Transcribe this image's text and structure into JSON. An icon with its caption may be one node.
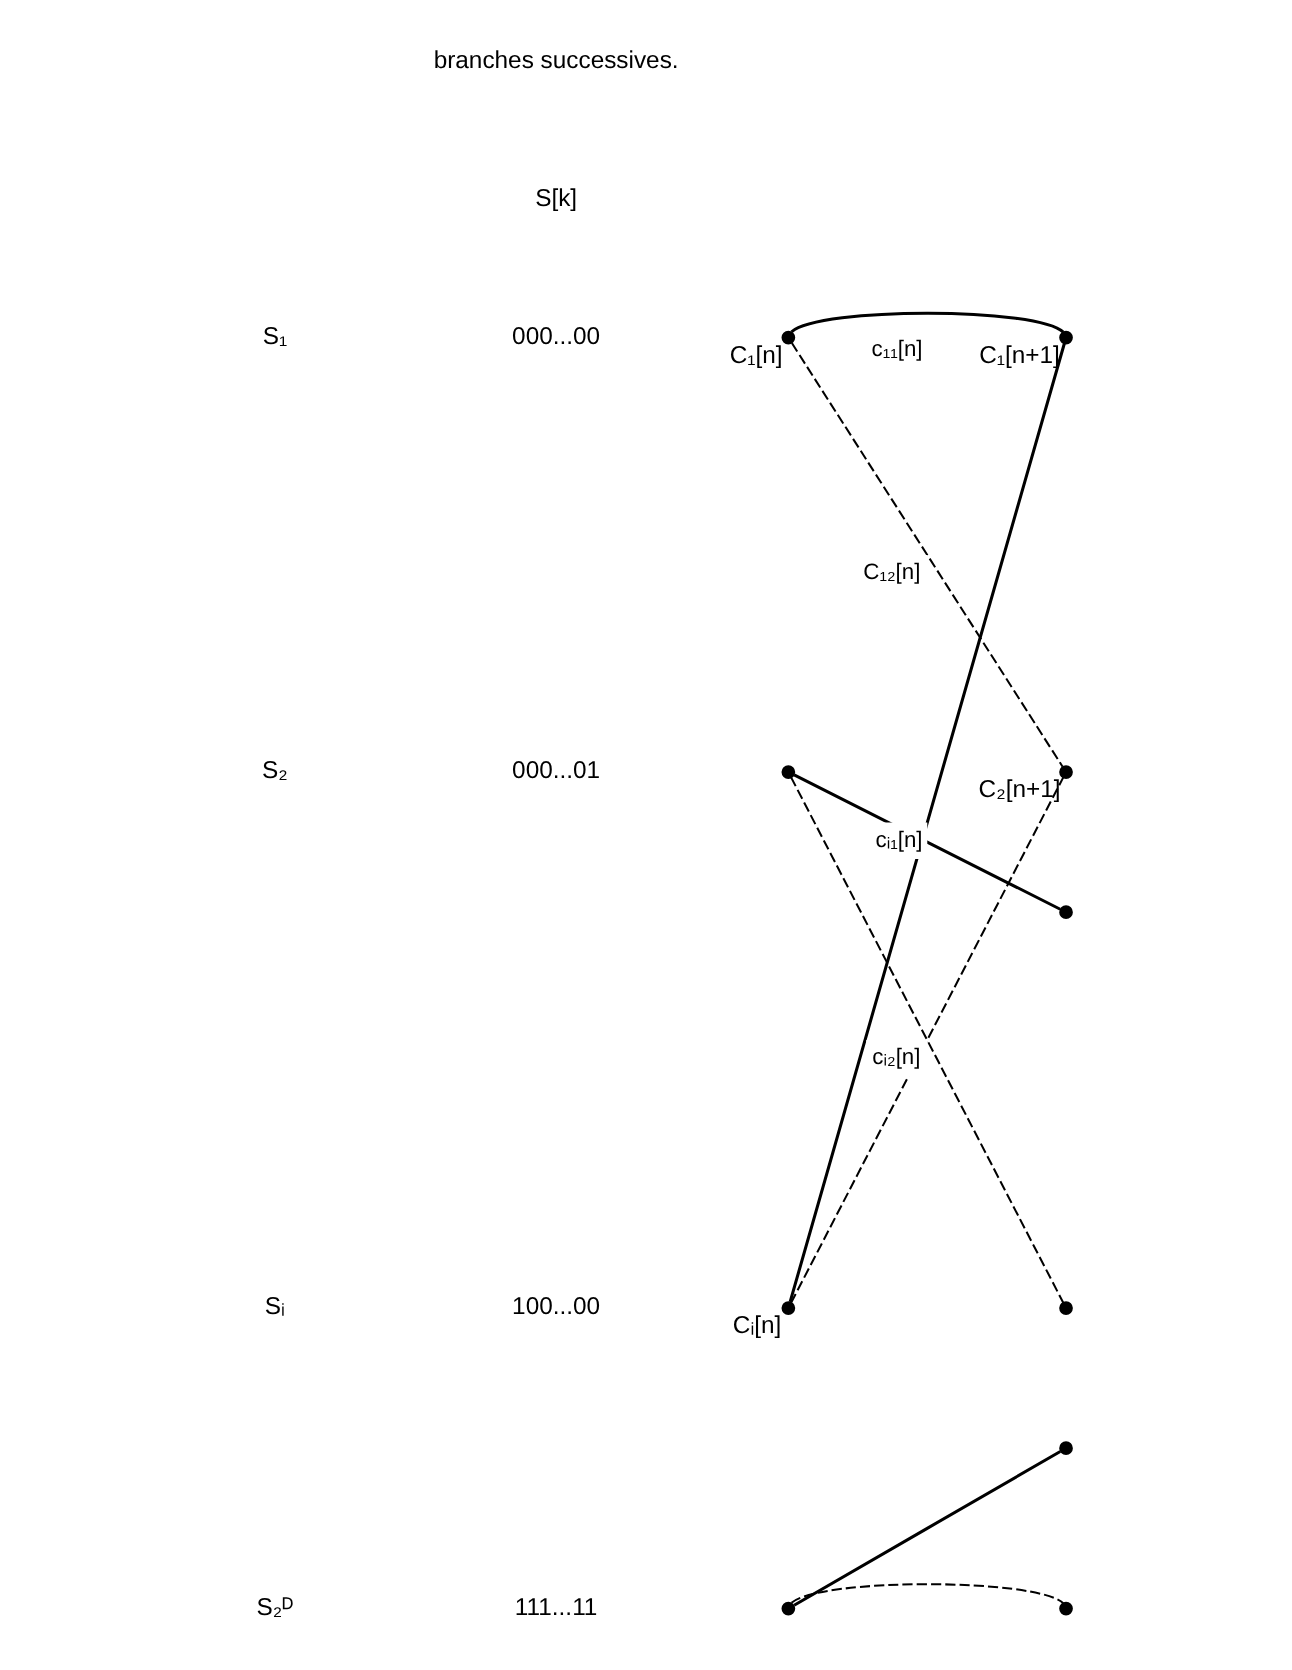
{
  "diagram": {
    "nodes": [
      {
        "text": [],
        "shape": "circle",
        "beside": [
          "C₁[n]"
        ]
      },
      {
        "text": [],
        "shape": "circle"
      },
      {
        "text": [],
        "shape": "circle",
        "beside": [
          "Cᵢ[n]"
        ]
      },
      {
        "text": [],
        "shape": "circle"
      },
      {
        "text": [],
        "shape": "circle",
        "beside": [
          "C₁[n+1]"
        ]
      },
      {
        "text": [],
        "shape": "circle",
        "beside": [
          "C₂[n+1]"
        ]
      },
      {
        "text": [],
        "shape": "circle"
      },
      {
        "text": [],
        "shape": "circle"
      },
      {
        "text": [],
        "shape": "circle"
      },
      {
        "text": [],
        "shape": "circle"
      }
    ],
    "edges": [
      {
        "from": 0,
        "to": 4,
        "arrow": "none",
        "label": "c₁₁[n]"
      },
      {
        "from": 0,
        "to": 5,
        "arrow": "none",
        "label": "C₁₂[n]",
        "style": "dashed"
      },
      {
        "from": 1,
        "to": 6,
        "arrow": "none"
      },
      {
        "from": 1,
        "to": 7,
        "arrow": "none",
        "style": "dashed"
      },
      {
        "from": 2,
        "to": 4,
        "arrow": "none",
        "label": "cᵢ₁[n]"
      },
      {
        "from": 2,
        "to": 5,
        "arrow": "none",
        "label": "cᵢ₂[n]",
        "style": "dashed"
      },
      {
        "from": 3,
        "to": 8,
        "arrow": "none"
      },
      {
        "from": 3,
        "to": 9,
        "arrow": "none",
        "style": "dashed"
      }
    ],
    "labels": [
      "branches successives.",
      "S[k]",
      "S₁",
      "000...00",
      "S₂",
      "000...01",
      "Sᵢ",
      "100...00",
      "S₂ᴰ",
      "111...11"
    ]
  }
}
